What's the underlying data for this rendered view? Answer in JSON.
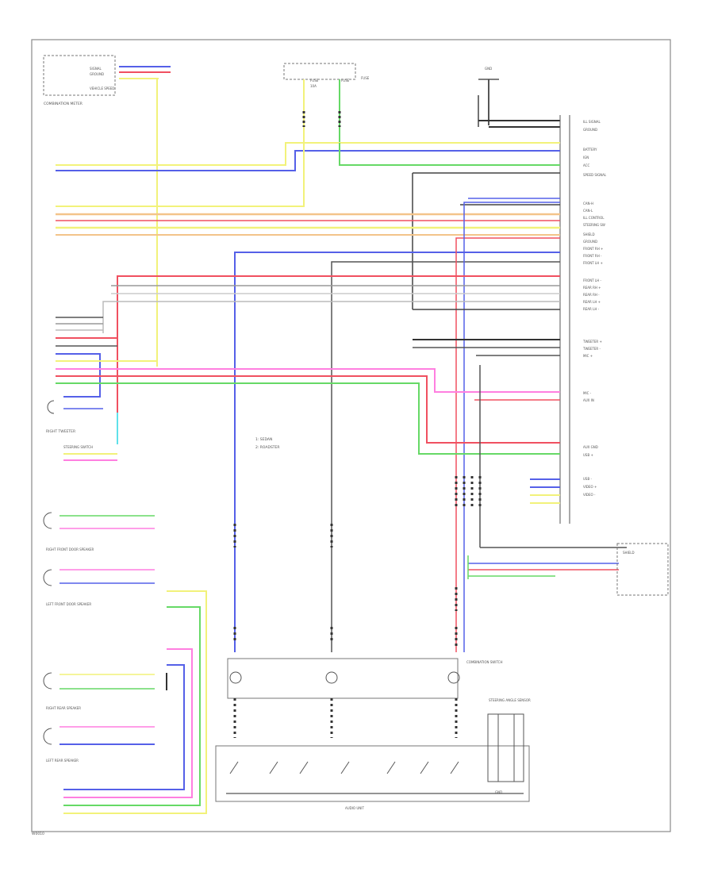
{
  "labels": {
    "combination_meter": "COMBINATION METER",
    "meter_pin_1": "SIGNAL",
    "meter_pin_2": "GROUND",
    "meter_pin_3": "VEHICLE SPEED",
    "fuse_a": "FUSE",
    "fuse_b": "FUSE",
    "fuse_c": "FUSE",
    "fuse_amp": "10A",
    "ground_top": "GND",
    "right_tweeter": "RIGHT TWEETER",
    "steering_switch": "STEERING SWITCH",
    "legend_1": "1: SEDAN",
    "legend_2": "2: ROADSTER",
    "right_front_door_speaker": "RIGHT FRONT DOOR SPEAKER",
    "left_front_door_speaker": "LEFT FRONT DOOR SPEAKER",
    "right_rear_speaker": "RIGHT REAR SPEAKER",
    "left_rear_speaker": "LEFT REAR SPEAKER",
    "combination_switch": "COMBINATION SWITCH",
    "steering_angle_sensor": "STEERING ANGLE SENSOR",
    "audio_unit": "AUDIO UNIT",
    "shield": "SHIELD",
    "ground_bottom": "GND",
    "page_code": "W0010"
  },
  "pin_labels": [
    "ILL SIGNAL",
    "GROUND",
    "BATTERY",
    "IGN",
    "ACC",
    "SPEED SIGNAL",
    "CAN-H",
    "CAN-L",
    "ILL CONTROL",
    "STEERING SW",
    "SHIELD",
    "GROUND",
    "FRONT RH +",
    "FRONT RH -",
    "FRONT LH +",
    "FRONT LH -",
    "REAR RH +",
    "REAR RH -",
    "REAR LH +",
    "REAR LH -",
    "TWEETER +",
    "TWEETER -",
    "MIC +",
    "MIC -",
    "AUX IN",
    "AUX GND",
    "USB +",
    "USB -",
    "VIDEO +",
    "VIDEO -"
  ],
  "colors": {
    "yellow": "#f2f27a",
    "blue": "#5560e8",
    "green": "#66d966",
    "red": "#f05060",
    "pink": "#ff7fe0",
    "orange": "#f3c48a",
    "gray": "#9a9a9a",
    "dark": "#2e2e2e",
    "cyan": "#5fe1ea",
    "frame": "#8a8a8a"
  }
}
